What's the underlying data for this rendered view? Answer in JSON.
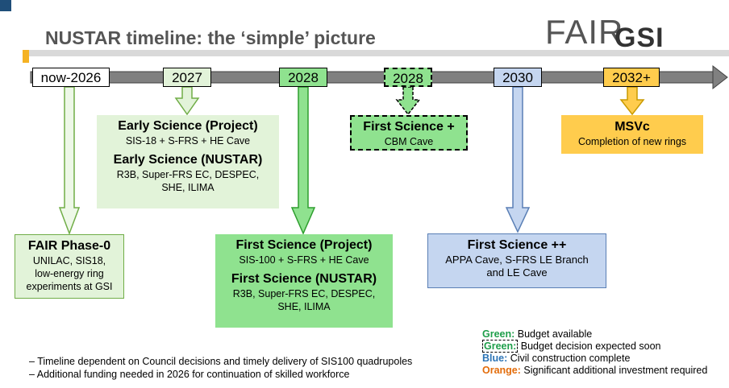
{
  "title": "NUSTAR timeline: the ‘simple’ picture",
  "logos": {
    "fair": "FAIR",
    "gsi": "GSI"
  },
  "timeline": [
    {
      "label": "now-2026",
      "status": "white"
    },
    {
      "label": "2027",
      "status": "green"
    },
    {
      "label": "2028",
      "status": "green"
    },
    {
      "label": "2028",
      "status": "green-dashed"
    },
    {
      "label": "2030",
      "status": "blue"
    },
    {
      "label": "2032+",
      "status": "orange"
    }
  ],
  "cards": {
    "phase0": {
      "heading": "FAIR Phase-0",
      "lines": [
        "UNILAC, SIS18,",
        "low-energy ring",
        "experiments at GSI"
      ]
    },
    "early": {
      "heading1": "Early Science (Project)",
      "sub1": "SIS-18 + S-FRS + HE Cave",
      "heading2": "Early Science (NUSTAR)",
      "lines2": [
        "R3B, Super-FRS EC, DESPEC,",
        "SHE, ILIMA"
      ]
    },
    "first": {
      "heading1": "First Science (Project)",
      "sub1": "SIS-100 + S-FRS + HE Cave",
      "heading2": "First Science (NUSTAR)",
      "lines2": [
        "R3B, Super-FRS EC, DESPEC,",
        "SHE, ILIMA"
      ]
    },
    "firstplus": {
      "heading": "First Science +",
      "sub": "CBM Cave"
    },
    "firstpp": {
      "heading": "First Science ++",
      "lines": [
        "APPA Cave, S-FRS LE Branch",
        "and LE Cave"
      ]
    },
    "msvc": {
      "heading": "MSVc",
      "sub": "Completion of new rings"
    }
  },
  "legend": [
    {
      "key": "Green:",
      "text": " Budget available",
      "color": "#1e9e4a"
    },
    {
      "key": "Green:",
      "text": " Budget decision expected soon",
      "color": "#1e9e4a"
    },
    {
      "key": "Blue:",
      "text": " Civil construction complete",
      "color": "#2e75b6"
    },
    {
      "key": "Orange:",
      "text": " Significant additional investment required",
      "color": "#e36c0a"
    }
  ],
  "notes": [
    "– Timeline dependent on Council decisions and timely delivery of SIS100 quadrupoles",
    "– Additional funding needed in 2026 for continuation of skilled workforce"
  ],
  "colors": {
    "green_light": "#e2f3d9",
    "green_light_border": "#70ad47",
    "green": "#8fe28f",
    "green_border": "#2e9e2e",
    "blue": "#c5d6f0",
    "orange": "#ffcc4d",
    "timeline_bar": "#808080"
  }
}
